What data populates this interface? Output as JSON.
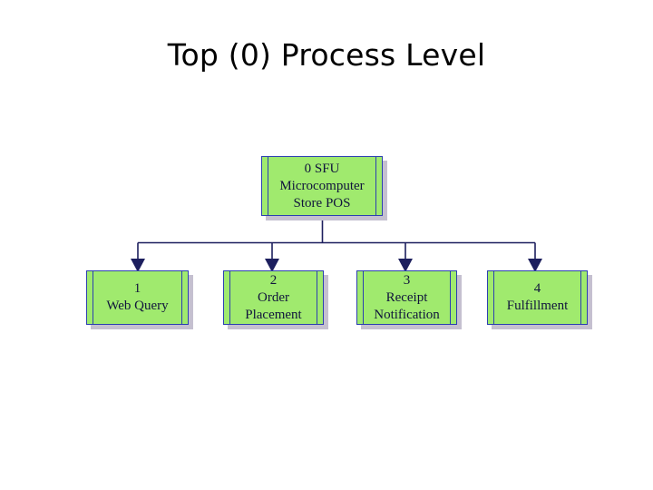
{
  "slide": {
    "title": "Top (0) Process Level",
    "background_color": "#ffffff"
  },
  "theme": {
    "box_fill": "#a0ea6e",
    "box_border": "#2c3fb0",
    "box_shadow": "#968cae",
    "connector_color": "#1d1f5e",
    "text_color": "#10143c",
    "title_color": "#000000"
  },
  "diagram": {
    "type": "hierarchy",
    "root": {
      "id": "0",
      "number": "0 SFU",
      "lines": [
        "0 SFU",
        "Microcomputer",
        "Store POS"
      ]
    },
    "children": [
      {
        "id": "1",
        "lines": [
          "1",
          "Web Query"
        ]
      },
      {
        "id": "2",
        "lines": [
          "2",
          "Order",
          "Placement"
        ]
      },
      {
        "id": "3",
        "lines": [
          "3",
          "Receipt",
          "Notification"
        ]
      },
      {
        "id": "4",
        "lines": [
          "4",
          "Fulfillment"
        ]
      }
    ],
    "connector_count": 4
  }
}
